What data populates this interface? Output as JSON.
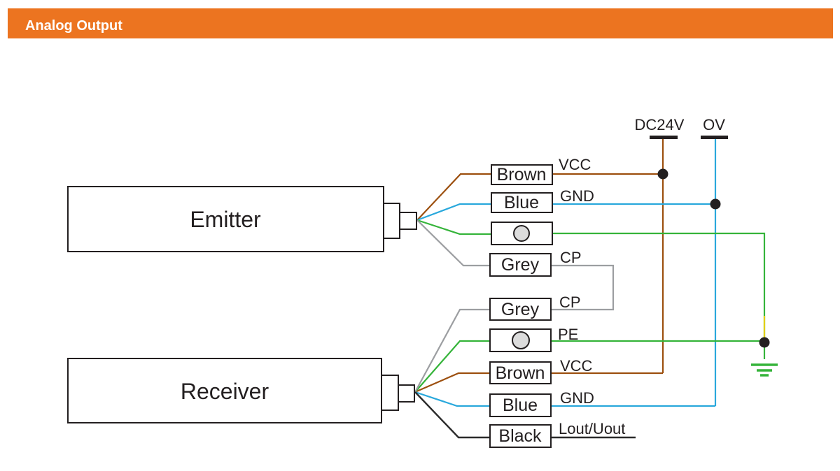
{
  "header": {
    "title": "Analog Output"
  },
  "colors": {
    "orange": "#EC7420",
    "white": "#FFFFFF",
    "ink": "#231F20",
    "brown": "#9C4F0E",
    "blue": "#29A8DC",
    "green": "#35B43A",
    "grey": "#9C9EA1",
    "black_wire": "#2B2B2B",
    "yellow": "#E3CE00",
    "box_fill": "#FFFFFF",
    "circle_fill": "#DCDCDC"
  },
  "rails": {
    "dc24v": "DC24V",
    "ov": "OV"
  },
  "devices": {
    "emitter": "Emitter",
    "receiver": "Receiver"
  },
  "emitter_wires": [
    {
      "box": "Brown",
      "signal": "VCC"
    },
    {
      "box": "Blue",
      "signal": "GND"
    },
    {
      "box": "",
      "signal": ""
    },
    {
      "box": "Grey",
      "signal": "CP"
    }
  ],
  "receiver_wires": [
    {
      "box": "Grey",
      "signal": "CP"
    },
    {
      "box": "",
      "signal": "PE"
    },
    {
      "box": "Brown",
      "signal": "VCC"
    },
    {
      "box": "Blue",
      "signal": "GND"
    },
    {
      "box": "Black",
      "signal": "Lout/Uout"
    }
  ]
}
